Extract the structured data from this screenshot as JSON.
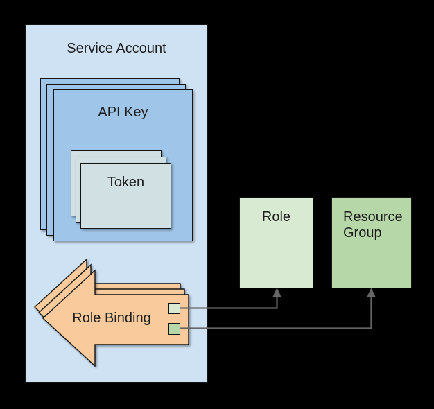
{
  "nodes": {
    "service_account": {
      "label": "Service Account"
    },
    "api_key": {
      "label": "API Key"
    },
    "token": {
      "label": "Token"
    },
    "role_binding": {
      "label": "Role Binding"
    },
    "role": {
      "label": "Role"
    },
    "resource_group": {
      "label": "Resource Group"
    }
  },
  "structure": {
    "containment": "Service Account > API Key (x3 stacked) > Token (x3 stacked); Role Binding (x3 stacked) inside Service Account",
    "connectors": [
      {
        "from": "role-binding-role-ref-square",
        "to": "role",
        "shape": "elbow-arrow-up"
      },
      {
        "from": "role-binding-resource-group-ref-square",
        "to": "resource_group",
        "shape": "elbow-arrow-up"
      }
    ]
  },
  "colors": {
    "background": "#000000",
    "service_account_fill": "#cfe2f3",
    "api_key_fill": "#9fc5e8",
    "token_fill": "#d0e0e3",
    "role_binding_fill": "#f9cb9c",
    "role_fill": "#d9ead3",
    "resource_group_fill": "#b6d7a8",
    "ref_square_role": "#d9ead3",
    "ref_square_resource_group": "#b6d7a8",
    "connector_stroke": "#666666",
    "shape_outline": "#141414",
    "text": "#1d1d1d"
  }
}
